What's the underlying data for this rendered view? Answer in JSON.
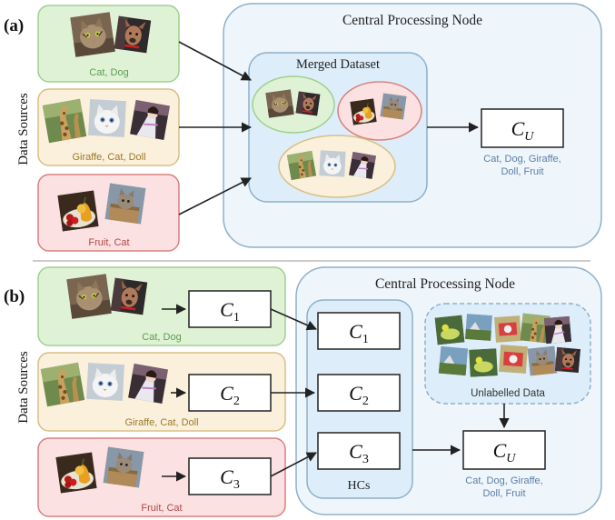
{
  "panel_a": {
    "label": "(a)",
    "side_label": "Data Sources",
    "node_title": "Central Processing Node",
    "merged_title": "Merged Dataset",
    "sources": [
      {
        "label": "Cat, Dog",
        "color": "#5b9e4f",
        "fill": "#dff2d6",
        "stroke": "#9fd08f"
      },
      {
        "label": "Giraffe, Cat, Doll",
        "color": "#9a7a2a",
        "fill": "#fbf0dc",
        "stroke": "#d8bf86"
      },
      {
        "label": "Fruit, Cat",
        "color": "#b04848",
        "fill": "#fbe1e1",
        "stroke": "#d98080"
      }
    ],
    "classifier": {
      "letter": "C",
      "sub": "U"
    },
    "classifier_classes": [
      "Cat, Dog, Giraffe,",
      "Doll, Fruit"
    ]
  },
  "panel_b": {
    "label": "(b)",
    "side_label": "Data Sources",
    "node_title": "Central Processing Node",
    "sources": [
      {
        "label": "Cat, Dog",
        "classifier_sub": "1"
      },
      {
        "label": "Giraffe, Cat, Doll",
        "classifier_sub": "2"
      },
      {
        "label": "Fruit, Cat",
        "classifier_sub": "3"
      }
    ],
    "hcs": [
      {
        "letter": "C",
        "sub": "1"
      },
      {
        "letter": "C",
        "sub": "2"
      },
      {
        "letter": "C",
        "sub": "3"
      }
    ],
    "hcs_label": "HCs",
    "unlabelled_label": "Unlabelled Data",
    "classifier": {
      "letter": "C",
      "sub": "U"
    },
    "classifier_classes": [
      "Cat, Dog, Giraffe,",
      "Doll, Fruit"
    ]
  },
  "colors": {
    "node_fill": "#eef5fb",
    "node_stroke": "#8fb0c8",
    "merged_fill": "#ddeefa",
    "divider": "#bbbbbb",
    "arrow": "#222222"
  },
  "icons": [
    "cat-photo-icon",
    "dog-photo-icon",
    "giraffe-photo-icon",
    "doll-photo-icon",
    "fruit-photo-icon"
  ]
}
